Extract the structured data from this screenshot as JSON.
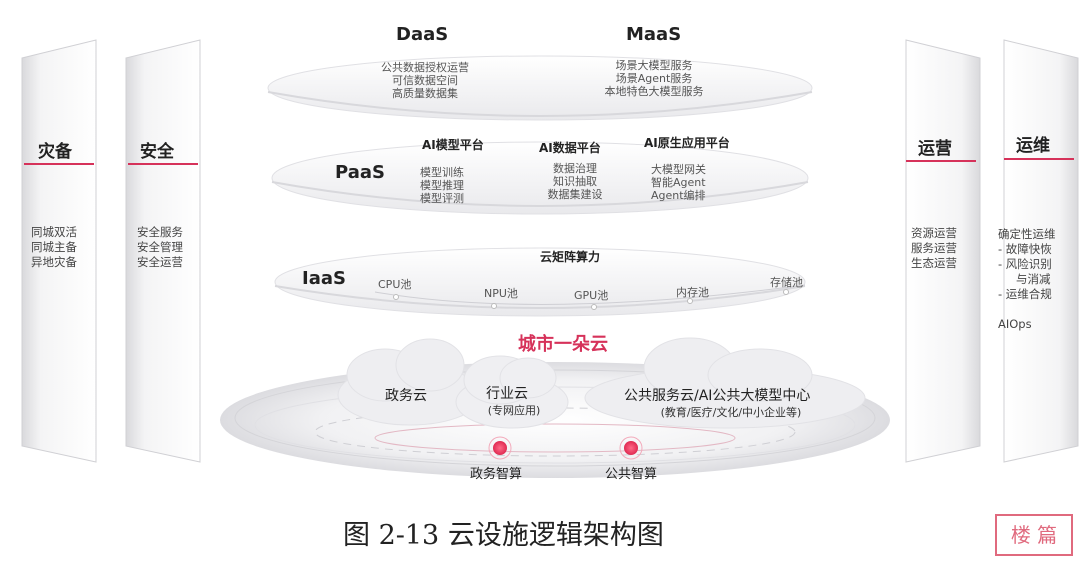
{
  "left_panels": [
    {
      "title": "灾备",
      "items": [
        "同城双活",
        "同城主备",
        "异地灾备"
      ]
    },
    {
      "title": "安全",
      "items": [
        "安全服务",
        "安全管理",
        "安全运营"
      ]
    }
  ],
  "right_panels": [
    {
      "title": "运营",
      "items": [
        "资源运营",
        "服务运营",
        "生态运营"
      ]
    },
    {
      "title": "运维",
      "items": [
        "确定性运维",
        "- 故障快恢",
        "- 风险识别",
        "与消减",
        "- 运维合规",
        "",
        "AIOps"
      ]
    }
  ],
  "daas": {
    "name": "DaaS",
    "items": [
      "公共数据授权运营",
      "可信数据空间",
      "高质量数据集"
    ]
  },
  "maas": {
    "name": "MaaS",
    "items": [
      "场景大模型服务",
      "场景Agent服务",
      "本地特色大模型服务"
    ]
  },
  "paas": {
    "name": "PaaS",
    "groups": [
      {
        "title": "AI模型平台",
        "items": [
          "模型训练",
          "模型推理",
          "模型评测"
        ]
      },
      {
        "title": "AI数据平台",
        "items": [
          "数据治理",
          "知识抽取",
          "数据集建设"
        ]
      },
      {
        "title": "AI原生应用平台",
        "items": [
          "大模型网关",
          "智能Agent",
          "Agent编排"
        ]
      }
    ]
  },
  "iaas": {
    "name": "IaaS",
    "title": "云矩阵算力",
    "pools": [
      "CPU池",
      "NPU池",
      "GPU池",
      "内存池",
      "存储池"
    ]
  },
  "city_cloud": "城市一朵云",
  "clouds": {
    "gov": "政务云",
    "industry": "行业云",
    "industry_sub": "(专网应用)",
    "public": "公共服务云/AI公共大模型中心",
    "public_sub": "(教育/医疗/文化/中小企业等)"
  },
  "compute": [
    "政务智算",
    "公共智算"
  ],
  "caption": "图 2-13   云设施逻辑架构图",
  "accent": "#d6325a"
}
